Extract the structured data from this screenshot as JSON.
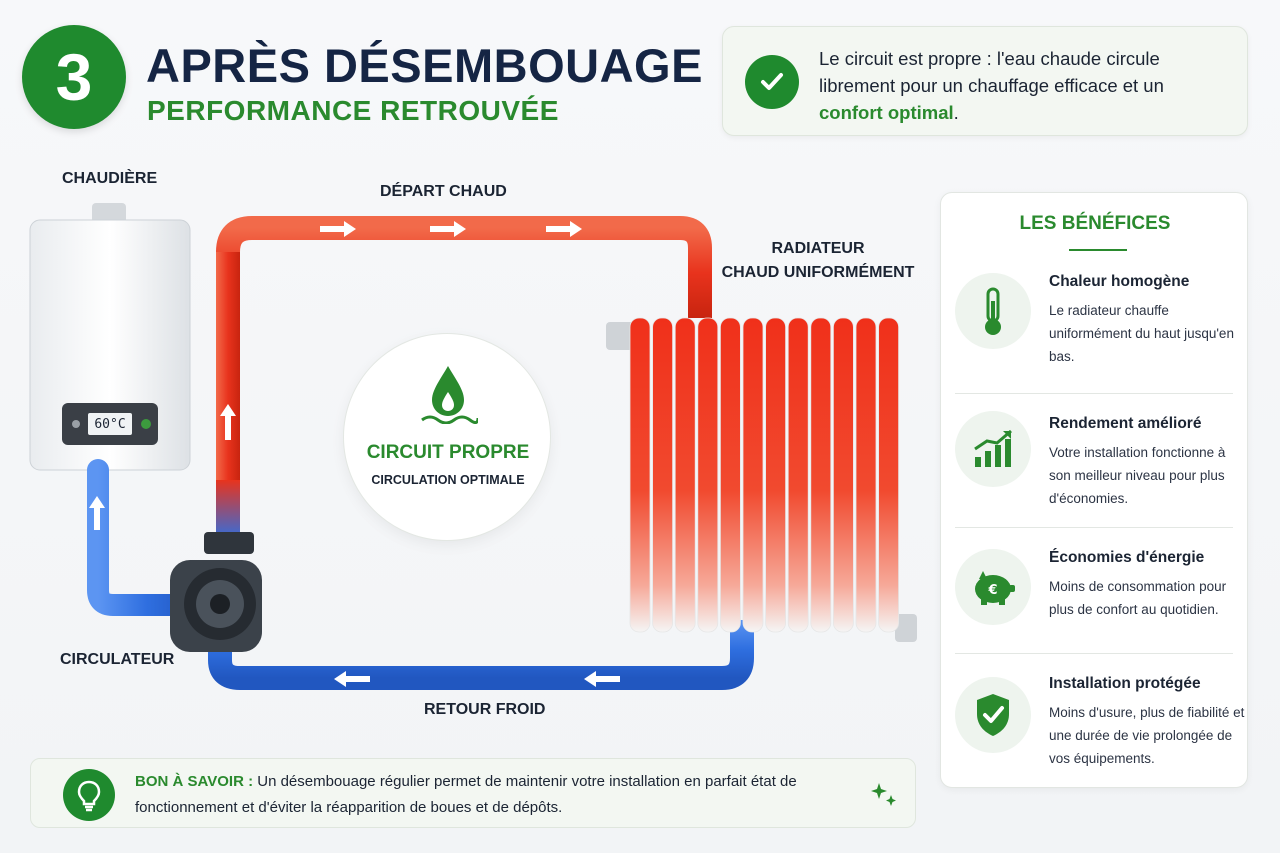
{
  "header": {
    "step_number": "3",
    "title": "APRÈS DÉSEMBOUAGE",
    "subtitle": "PERFORMANCE RETROUVÉE"
  },
  "info_card": {
    "text": "Le circuit est propre : l'eau chaude circule librement pour un chauffage efficace et un ",
    "highlight": "confort optimal",
    "suffix": "."
  },
  "diagram": {
    "label_boiler": "CHAUDIÈRE",
    "label_hot_flow": "DÉPART CHAUD",
    "label_radiator_line1": "RADIATEUR",
    "label_radiator_line2": "CHAUD UNIFORMÉMENT",
    "label_pump": "CIRCULATEUR",
    "label_return": "RETOUR FROID",
    "boiler_display": "60°C",
    "center_title": "CIRCUIT PROPRE",
    "center_subtitle": "CIRCULATION OPTIMALE"
  },
  "benefits": {
    "title": "LES BÉNÉFICES",
    "items": [
      {
        "icon": "thermometer-icon",
        "title": "Chaleur homogène",
        "text": "Le radiateur chauffe uniformément du haut jusqu'en bas."
      },
      {
        "icon": "growth-chart-icon",
        "title": "Rendement amélioré",
        "text": "Votre installation fonctionne à son meilleur niveau pour plus d'économies."
      },
      {
        "icon": "piggy-bank-icon",
        "title": "Économies d'énergie",
        "text": "Moins de consommation pour plus de confort au quotidien."
      },
      {
        "icon": "shield-check-icon",
        "title": "Installation protégée",
        "text": "Moins d'usure, plus de fiabilité et une durée de vie prolongée de vos équipements."
      }
    ]
  },
  "tip": {
    "label": "BON À SAVOIR :",
    "text": " Un désembouage régulier permet de maintenir votre installation en parfait état de fonctionnement et d'éviter la réapparition de boues et de dépôts."
  },
  "colors": {
    "green": "#2a8a2e",
    "navy": "#152544",
    "hot": "#e8331d",
    "cold": "#2f6fe0"
  }
}
